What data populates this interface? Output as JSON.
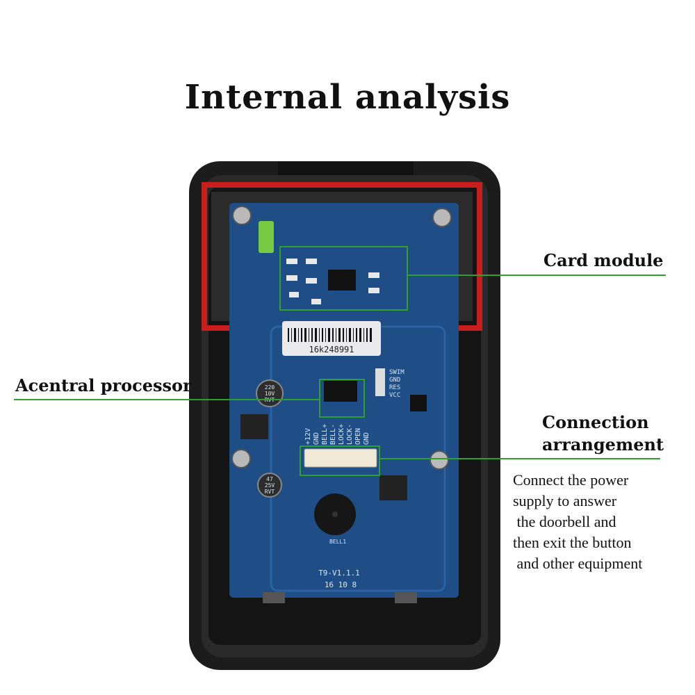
{
  "title": "Internal analysis",
  "callouts": {
    "card_module": "Card module",
    "processor": "Acentral processor",
    "connection_line1": "Connection",
    "connection_line2": "arrangement"
  },
  "description": [
    "Connect the power",
    "supply to answer",
    " the doorbell and",
    "then exit the button",
    " and other equipment"
  ],
  "board": {
    "barcode_number": "16k248991",
    "version": "T9-V1.1.1",
    "date_code": "16 10 8",
    "port_labels": [
      "+12V",
      "GND",
      "BELL+",
      "BELL-",
      "LOCK+",
      "LOCK-",
      "OPEN",
      "GND"
    ],
    "program_pins": [
      "SWIM",
      "GND",
      "RES",
      "VCC"
    ],
    "capacitor_top": [
      "220",
      "10V",
      "RVT"
    ],
    "capacitor_bottom": [
      "47",
      "25V",
      "RVT"
    ],
    "buzzer_label": "BELL1"
  },
  "colors": {
    "annotation_green": "#2ea02e",
    "pcb_blue": "#1f4e86",
    "case_black": "#1c1c1c",
    "coil_red": "#c81e1e"
  }
}
